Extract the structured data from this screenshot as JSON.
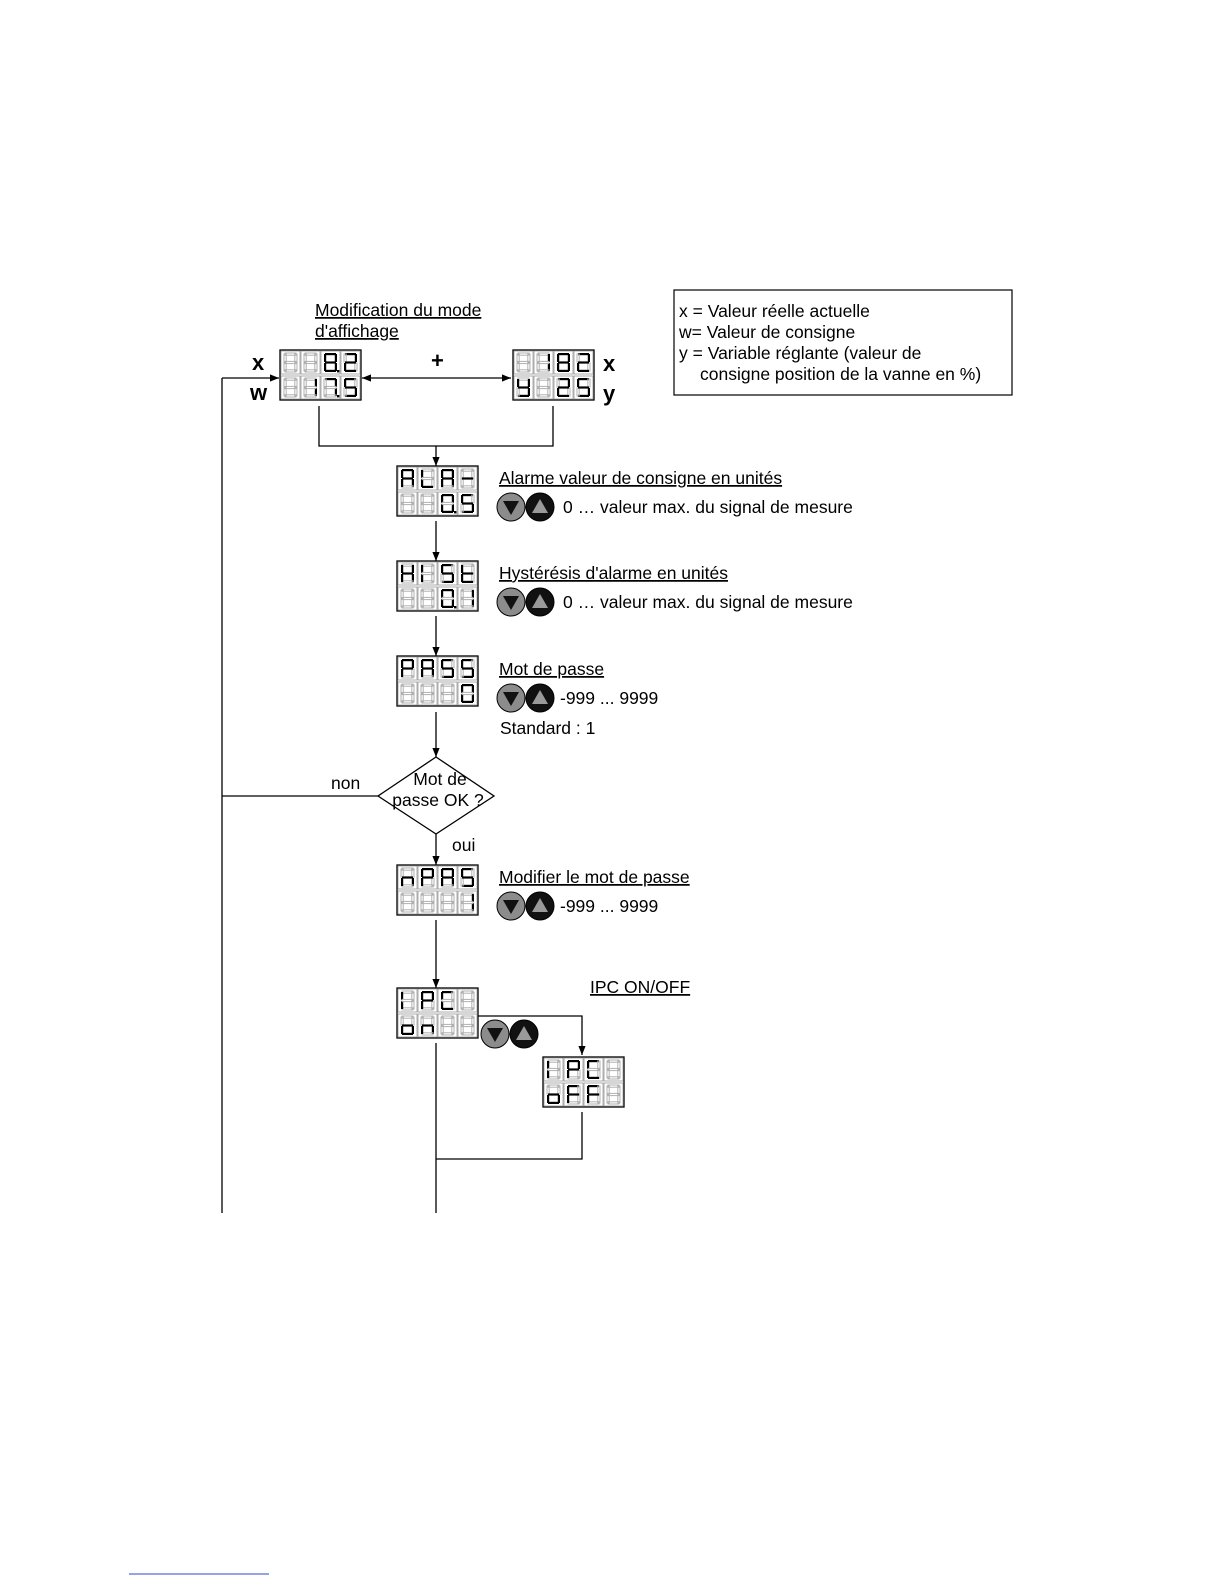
{
  "mode_change": {
    "title_line1": "Modification du mode",
    "title_line2": "d'affichage",
    "plus": "+",
    "left_labels": [
      "x",
      "w"
    ],
    "right_labels": [
      "x",
      "y"
    ],
    "display_left": [
      "   8.2",
      "  17.5"
    ],
    "display_right": [
      " 182",
      "y 25"
    ]
  },
  "legend": {
    "lines": [
      "x = Valeur réelle actuelle",
      "w= Valeur de consigne",
      "y = Variable réglante (valeur de",
      "consigne position de la vanne en %)"
    ]
  },
  "steps": [
    {
      "title": "Alarme valeur de consigne en unités",
      "range": "0 … valeur max. du signal de mesure",
      "note": "",
      "display": [
        "ALA-",
        "  0.5"
      ]
    },
    {
      "title": "Hystérésis d'alarme en unités",
      "range": "0 … valeur max. du signal de mesure",
      "note": "",
      "display": [
        "HISt",
        "  0.1"
      ]
    },
    {
      "title": "Mot de passe",
      "range": "-999 ... 9999",
      "note": "Standard : 1",
      "display": [
        "PASS",
        "   0"
      ]
    },
    {
      "title": "Modifier le mot de passe",
      "range": "-999 ... 9999",
      "note": "",
      "display": [
        "nPAS",
        "   1"
      ]
    }
  ],
  "decision": {
    "line1": "Mot de",
    "line2": "passe OK ?",
    "no_label": "non",
    "yes_label": "oui"
  },
  "ipc": {
    "title": "IPC ON/OFF",
    "display_on": [
      "IPC ",
      "on  "
    ],
    "display_off": [
      "IPC ",
      "oFF "
    ]
  },
  "icons": {
    "down_button": "down-arrow-button-icon",
    "up_button": "up-arrow-button-icon"
  }
}
